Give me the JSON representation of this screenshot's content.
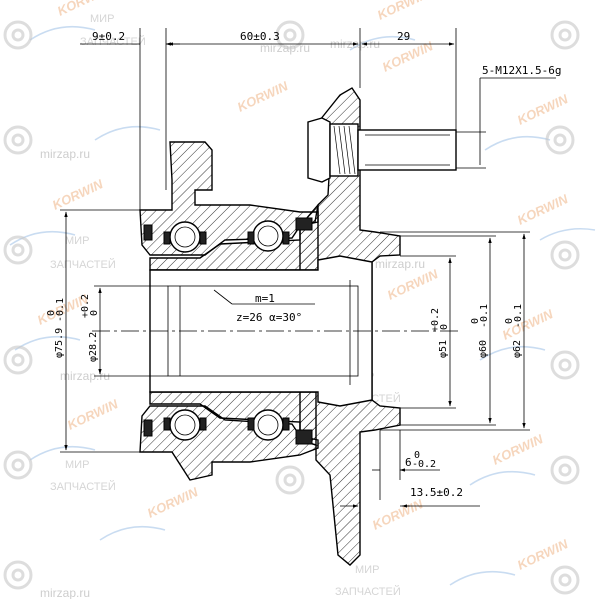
{
  "dimensions": {
    "d_9": "9±0.2",
    "d_60": "60±0.3",
    "d_29": "29",
    "bolt": "5-M12X1.5-6g",
    "spline": [
      "m=1",
      "z=26  α=30°"
    ],
    "d_6": "6",
    "d_6_tol": "0\n-0.2",
    "d_13_5": "13.5±0.2",
    "dia_75_9": "φ75.9",
    "dia_75_9_tol": "0\n-0.1",
    "dia_28_2": "φ28.2",
    "dia_28_2_tol": "+0.2\n0",
    "dia_51": "φ51",
    "dia_51_tol": "+0.2\n0",
    "dia_60": "φ60",
    "dia_60_tol": "0\n-0.1",
    "dia_62": "φ62",
    "dia_62_tol": "0\n-0.1"
  },
  "watermarks": {
    "brand": "KORWIN",
    "site": "mirzap.ru",
    "ru1": "МИР",
    "ru2": "ЗАПЧАСТЕЙ"
  }
}
